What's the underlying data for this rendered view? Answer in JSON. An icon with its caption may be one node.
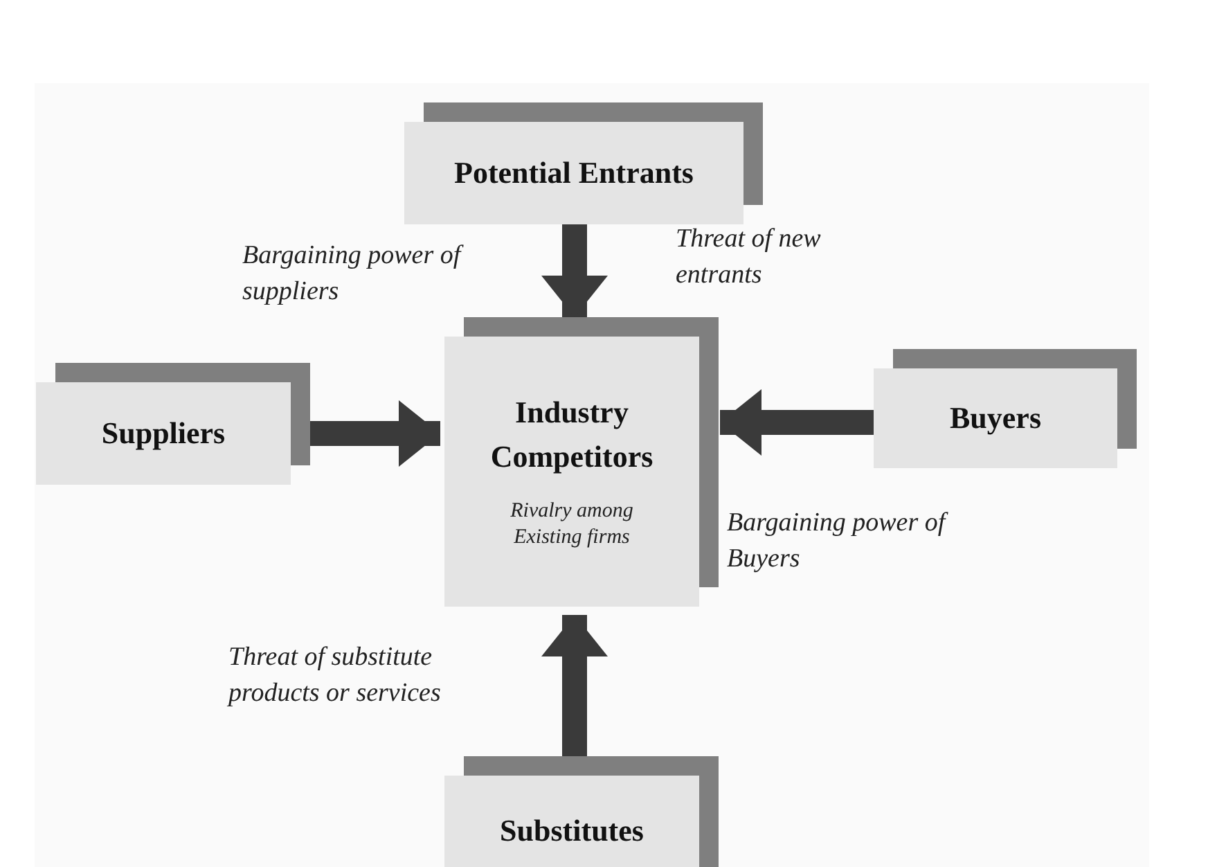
{
  "diagram": {
    "nodes": [
      {
        "text": [
          "Potential Entrants"
        ]
      },
      {
        "text": [
          "Suppliers"
        ]
      },
      {
        "text": [
          "Industry Competitors",
          "Rivalry among Existing firms"
        ]
      },
      {
        "text": [
          "Buyers"
        ]
      },
      {
        "text": [
          "Substitutes"
        ]
      }
    ],
    "edges": [
      {
        "from": 0,
        "to": 2,
        "arrow": "to"
      },
      {
        "from": 1,
        "to": 2,
        "arrow": "to"
      },
      {
        "from": 3,
        "to": 2,
        "arrow": "to"
      },
      {
        "from": 4,
        "to": 2,
        "arrow": "to"
      }
    ],
    "labels": [
      "Bargaining power of suppliers",
      "Threat of new entrants",
      "Bargaining power of Buyers",
      "Threat of substitute products or services"
    ]
  }
}
